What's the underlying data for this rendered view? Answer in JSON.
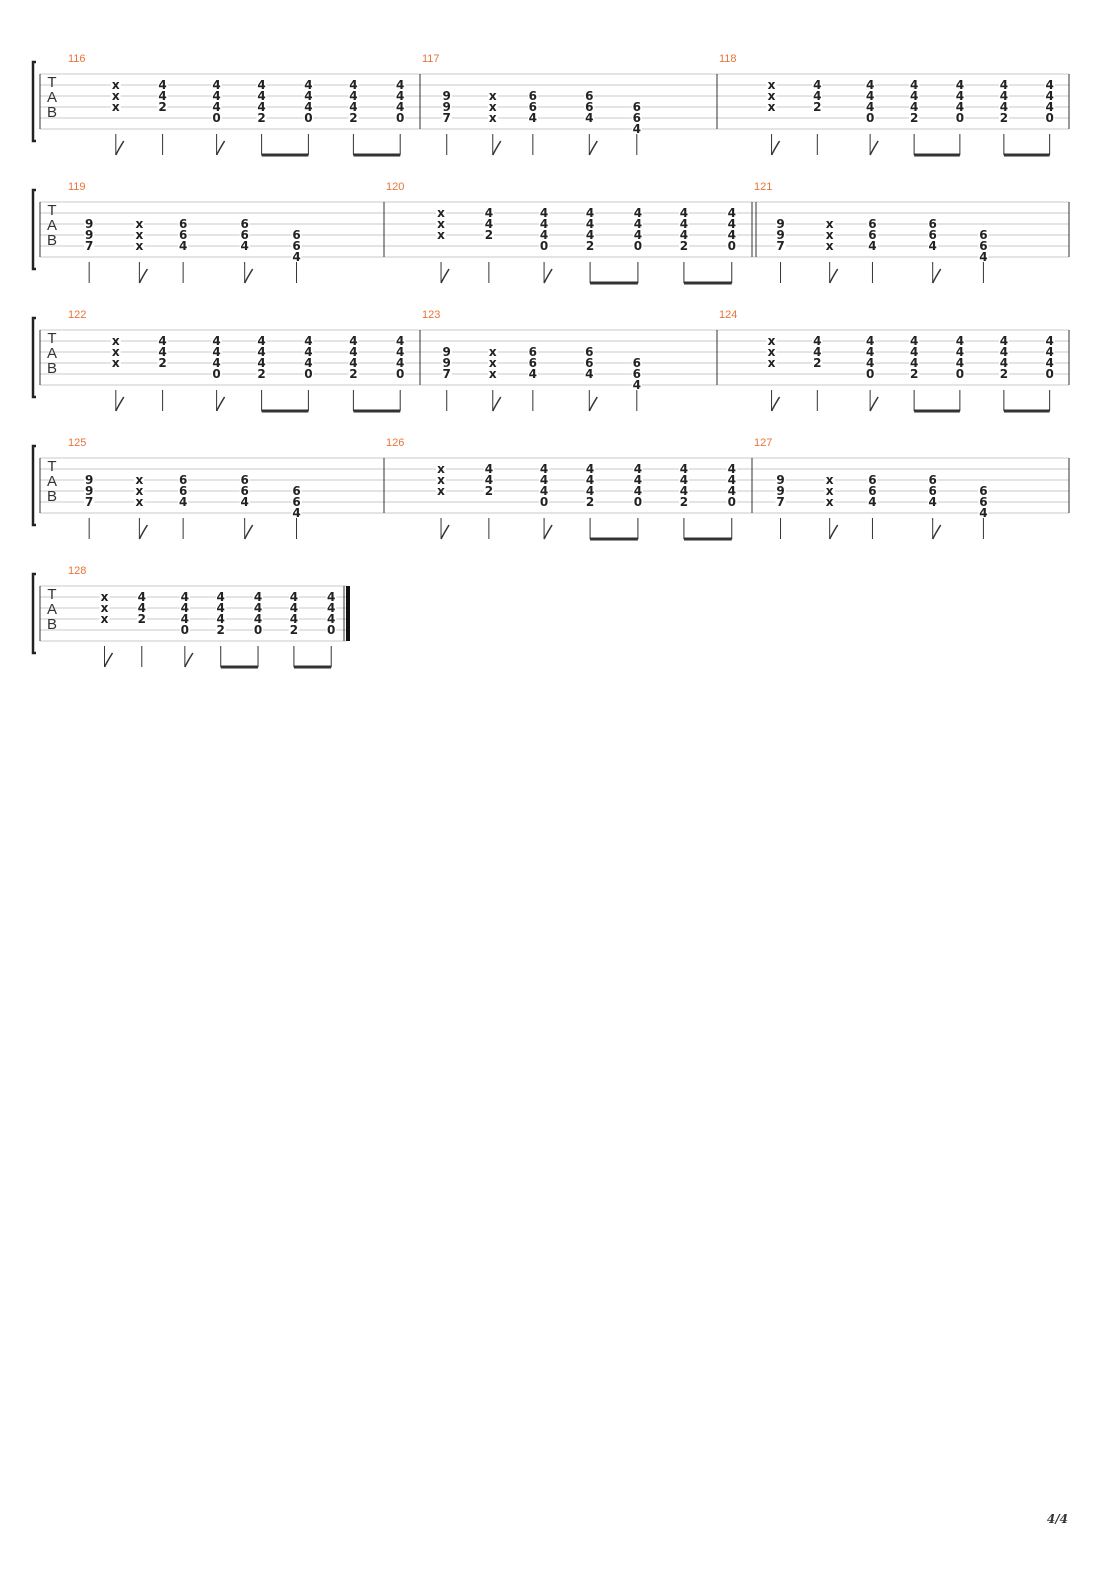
{
  "page": {
    "number": "4/4"
  },
  "clef_letters": [
    "T",
    "A",
    "B"
  ],
  "patterns": {
    "A": {
      "notes": [
        {
          "frets": [
            "x",
            "x",
            "x",
            null
          ],
          "rhythm": "flag8"
        },
        {
          "frets": [
            "4",
            "4",
            "2",
            null
          ],
          "rhythm": "quarter"
        },
        {
          "frets": [
            "4",
            "4",
            "4",
            "0"
          ],
          "rhythm": "flag8"
        },
        {
          "frets": [
            "4",
            "4",
            "4",
            "2"
          ],
          "rhythm": "beam8"
        },
        {
          "frets": [
            "4",
            "4",
            "4",
            "0"
          ],
          "rhythm": "beam8"
        },
        {
          "frets": [
            "4",
            "4",
            "4",
            "2"
          ],
          "rhythm": "beam8"
        },
        {
          "frets": [
            "4",
            "4",
            "4",
            "0"
          ],
          "rhythm": "beam8"
        }
      ],
      "beams": [
        [
          3,
          4
        ],
        [
          5,
          6
        ]
      ]
    },
    "B": {
      "notes": [
        {
          "frets": [
            null,
            "9",
            "9",
            "7"
          ],
          "rhythm": "quarter"
        },
        {
          "frets": [
            null,
            "x",
            "x",
            "x"
          ],
          "rhythm": "flag8"
        },
        {
          "frets": [
            null,
            "6",
            "6",
            "4"
          ],
          "rhythm": "quarter"
        },
        {
          "frets": [
            null,
            "6",
            "6",
            "4"
          ],
          "rhythm": "flag8"
        },
        {
          "frets": [
            null,
            null,
            "6",
            "6",
            "4"
          ],
          "rhythm": "quarter"
        }
      ],
      "beams": []
    }
  },
  "systems": [
    {
      "measures": [
        {
          "number": "116",
          "pattern": "A"
        },
        {
          "number": "117",
          "pattern": "B"
        },
        {
          "number": "118",
          "pattern": "A"
        }
      ]
    },
    {
      "measures": [
        {
          "number": "119",
          "pattern": "B"
        },
        {
          "number": "120",
          "pattern": "A",
          "double_bar_after": true
        },
        {
          "number": "121",
          "pattern": "B"
        }
      ]
    },
    {
      "measures": [
        {
          "number": "122",
          "pattern": "A"
        },
        {
          "number": "123",
          "pattern": "B"
        },
        {
          "number": "124",
          "pattern": "A"
        }
      ]
    },
    {
      "measures": [
        {
          "number": "125",
          "pattern": "B"
        },
        {
          "number": "126",
          "pattern": "A"
        },
        {
          "number": "127",
          "pattern": "B"
        }
      ]
    },
    {
      "measures": [
        {
          "number": "128",
          "pattern": "A",
          "final_bar": true
        }
      ]
    }
  ]
}
